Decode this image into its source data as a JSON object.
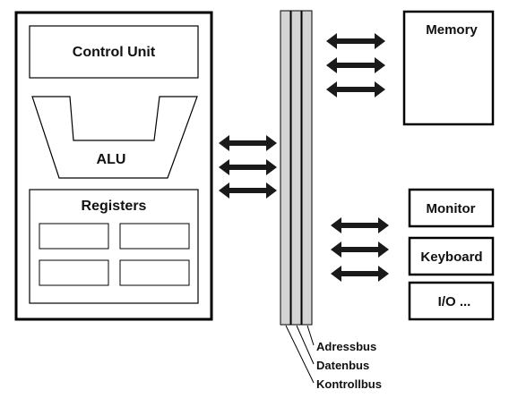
{
  "cpu": {
    "control_unit": "Control Unit",
    "alu": "ALU",
    "registers": "Registers"
  },
  "memory": "Memory",
  "devices": {
    "monitor": "Monitor",
    "keyboard": "Keyboard",
    "io": "I/O ..."
  },
  "buses": {
    "address": "Adressbus",
    "data": "Datenbus",
    "control": "Kontrollbus"
  },
  "colors": {
    "stroke": "#000000",
    "bus_fill": "#d4d4d4",
    "arrow": "#1a1a1a"
  }
}
